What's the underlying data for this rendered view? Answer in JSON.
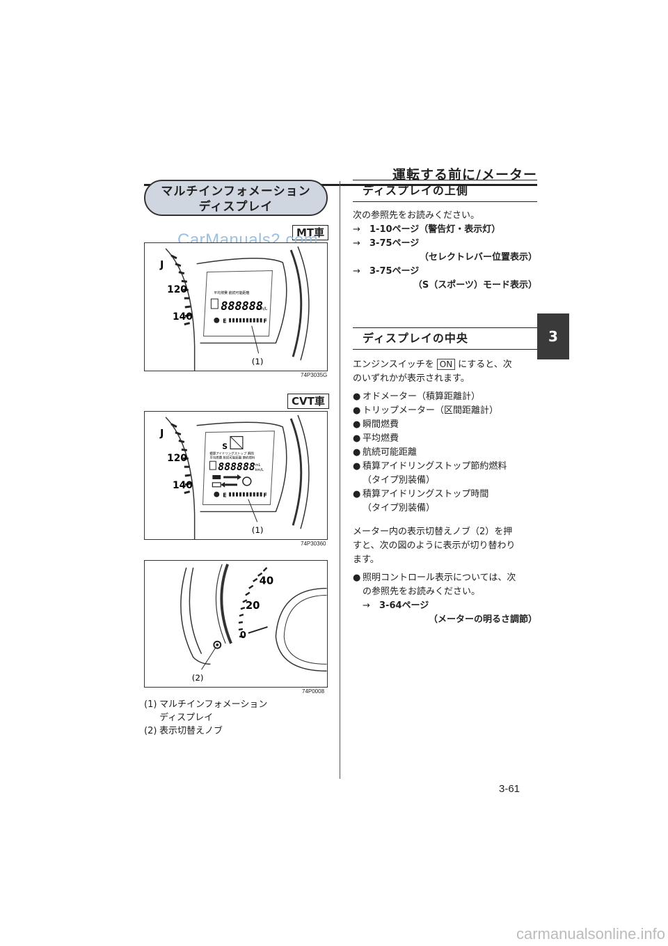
{
  "header": {
    "title": "運転する前に/メーター"
  },
  "chapter_tab": "3",
  "left": {
    "section_title_line1": "マルチインフォメーション",
    "section_title_line2": "ディスプレイ",
    "watermark": "CarManuals2.com",
    "tag_mt": "MT車",
    "tag_cvt": "CVT車",
    "fig1": {
      "code": "74P3035G",
      "callout": "(1)",
      "speed_marks": [
        "120",
        "140"
      ],
      "label_row": "平均燃費 航続可能距離",
      "digits": "888888",
      "unit": "km/L",
      "fuel_e": "E",
      "fuel_f": "F"
    },
    "fig2": {
      "code": "74P30360",
      "callout": "(1)",
      "speed_marks": [
        "120",
        "140"
      ],
      "mode": "S",
      "label_row1": "積算アイドリングストップ 瞬間",
      "label_row2": "平均燃費 航続可能距離 節約燃料",
      "digits": "888888",
      "unit": "mL",
      "unit2": "km/L",
      "fuel_e": "E",
      "fuel_f": "F"
    },
    "fig3": {
      "code": "74P0008",
      "callout": "(2)",
      "speed_marks": [
        "0",
        "20",
        "40"
      ]
    },
    "legend": [
      {
        "num": "(1)",
        "text": "マルチインフォメーション",
        "text2": "ディスプレイ"
      },
      {
        "num": "(2)",
        "text": "表示切替えノブ"
      }
    ]
  },
  "right": {
    "section1": {
      "title": "ディスプレイの上側",
      "intro": "次の参照先をお読みください。",
      "arrow": "→",
      "refs": [
        {
          "main": "1-10ページ（警告灯・表示灯）",
          "sub": ""
        },
        {
          "main": "3-75ページ",
          "sub": "（セレクトレバー位置表示）"
        },
        {
          "main": "3-75ページ",
          "sub": "（S（スポーツ）モード表示）"
        }
      ]
    },
    "section2": {
      "title": "ディスプレイの中央",
      "intro_a": "エンジンスイッチを",
      "key": "ON",
      "intro_b": "にすると、次",
      "intro_c": "のいずれかが表示されます。",
      "bullet": "●",
      "bullets": [
        {
          "text": "オドメーター（積算距離計）",
          "sub": ""
        },
        {
          "text": "トリップメーター（区間距離計）",
          "sub": ""
        },
        {
          "text": "瞬間燃費",
          "sub": ""
        },
        {
          "text": "平均燃費",
          "sub": ""
        },
        {
          "text": "航続可能距離",
          "sub": ""
        },
        {
          "text": "積算アイドリングストップ節約燃料",
          "sub": "（タイプ別装備）"
        },
        {
          "text": "積算アイドリングストップ時間",
          "sub": "（タイプ別装備）"
        }
      ],
      "para1": "メーター内の表示切替えノブ（2）を押",
      "para2": "すと、次の図のように表示が切り替わり",
      "para3": "ます。",
      "note1": "照明コントロール表示については、次",
      "note2": "の参照先をお読みください。",
      "note_ref": "3-64ページ",
      "note_ref_sub": "（メーターの明るさ調節）"
    }
  },
  "page_number": "3-61",
  "footer_watermark": "carmanualsonline.info"
}
